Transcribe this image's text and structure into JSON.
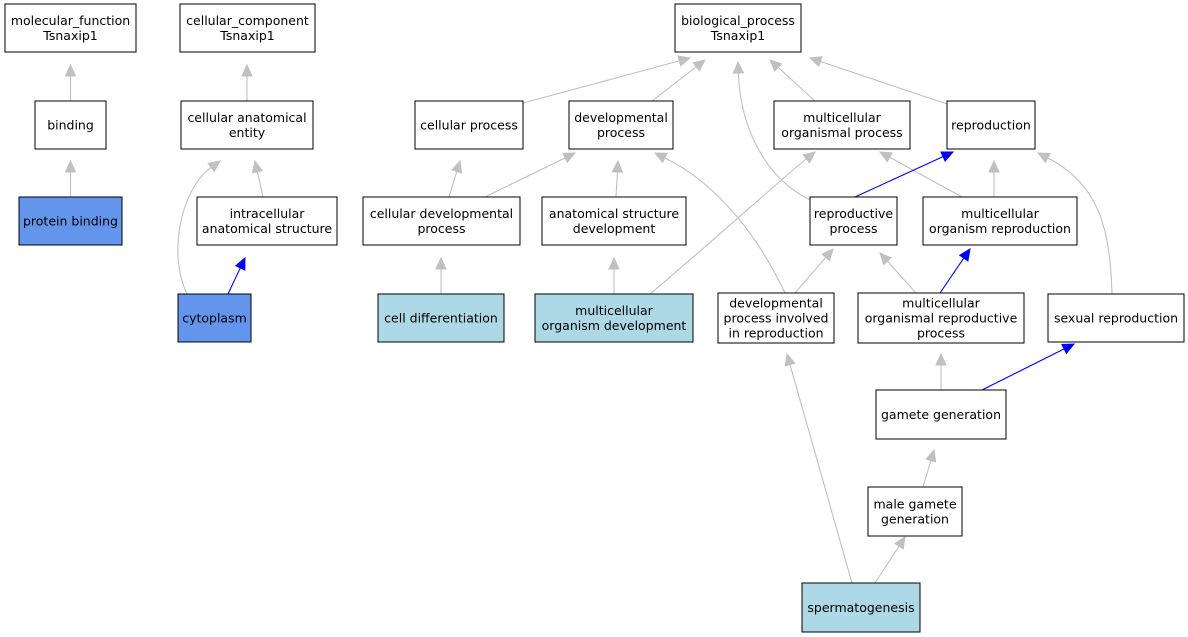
{
  "colors": {
    "default_fill": "#ffffff",
    "highlight_fill": "#6495ed",
    "annotated_fill": "#add8e6",
    "edge_is_a": "#c0c0c0",
    "edge_part_of": "#0000ff"
  },
  "nodes": [
    {
      "id": "mf",
      "lines": [
        "molecular_function",
        "Tsnaxip1"
      ],
      "fill": "default"
    },
    {
      "id": "cc",
      "lines": [
        "cellular_component",
        "Tsnaxip1"
      ],
      "fill": "default"
    },
    {
      "id": "bp",
      "lines": [
        "biological_process",
        "Tsnaxip1"
      ],
      "fill": "default"
    },
    {
      "id": "binding",
      "lines": [
        "binding"
      ],
      "fill": "default"
    },
    {
      "id": "cae",
      "lines": [
        "cellular anatomical",
        "entity"
      ],
      "fill": "default"
    },
    {
      "id": "cp",
      "lines": [
        "cellular process"
      ],
      "fill": "default"
    },
    {
      "id": "dp",
      "lines": [
        "developmental",
        "process"
      ],
      "fill": "default"
    },
    {
      "id": "mop",
      "lines": [
        "multicellular",
        "organismal process"
      ],
      "fill": "default"
    },
    {
      "id": "rep",
      "lines": [
        "reproduction"
      ],
      "fill": "default"
    },
    {
      "id": "pb",
      "lines": [
        "protein binding"
      ],
      "fill": "highlight"
    },
    {
      "id": "ias",
      "lines": [
        "intracellular",
        "anatomical structure"
      ],
      "fill": "default"
    },
    {
      "id": "cdp",
      "lines": [
        "cellular developmental",
        "process"
      ],
      "fill": "default"
    },
    {
      "id": "asd",
      "lines": [
        "anatomical structure",
        "development"
      ],
      "fill": "default"
    },
    {
      "id": "rp",
      "lines": [
        "reproductive",
        "process"
      ],
      "fill": "default"
    },
    {
      "id": "mor",
      "lines": [
        "multicellular",
        "organism reproduction"
      ],
      "fill": "default"
    },
    {
      "id": "cyto",
      "lines": [
        "cytoplasm"
      ],
      "fill": "highlight"
    },
    {
      "id": "cd",
      "lines": [
        "cell differentiation"
      ],
      "fill": "annotated"
    },
    {
      "id": "mod",
      "lines": [
        "multicellular",
        "organism development"
      ],
      "fill": "annotated"
    },
    {
      "id": "dpir",
      "lines": [
        "developmental",
        "process involved",
        "in reproduction"
      ],
      "fill": "default"
    },
    {
      "id": "morp",
      "lines": [
        "multicellular",
        "organismal reproductive",
        "process"
      ],
      "fill": "default"
    },
    {
      "id": "sr",
      "lines": [
        "sexual reproduction"
      ],
      "fill": "default"
    },
    {
      "id": "gg",
      "lines": [
        "gamete generation"
      ],
      "fill": "default"
    },
    {
      "id": "mgg",
      "lines": [
        "male gamete",
        "generation"
      ],
      "fill": "default"
    },
    {
      "id": "sperm",
      "lines": [
        "spermatogenesis"
      ],
      "fill": "annotated"
    }
  ],
  "edges": [
    {
      "from": "binding",
      "to": "mf",
      "type": "is_a"
    },
    {
      "from": "pb",
      "to": "binding",
      "type": "is_a"
    },
    {
      "from": "cae",
      "to": "cc",
      "type": "is_a"
    },
    {
      "from": "ias",
      "to": "cae",
      "type": "is_a"
    },
    {
      "from": "cyto",
      "to": "cae",
      "type": "is_a"
    },
    {
      "from": "cyto",
      "to": "ias",
      "type": "part_of"
    },
    {
      "from": "cp",
      "to": "bp",
      "type": "is_a"
    },
    {
      "from": "dp",
      "to": "bp",
      "type": "is_a"
    },
    {
      "from": "mop",
      "to": "bp",
      "type": "is_a"
    },
    {
      "from": "rep",
      "to": "bp",
      "type": "is_a"
    },
    {
      "from": "rp",
      "to": "bp",
      "type": "is_a"
    },
    {
      "from": "cdp",
      "to": "cp",
      "type": "is_a"
    },
    {
      "from": "cdp",
      "to": "dp",
      "type": "is_a"
    },
    {
      "from": "asd",
      "to": "dp",
      "type": "is_a"
    },
    {
      "from": "dpir",
      "to": "dp",
      "type": "is_a"
    },
    {
      "from": "mor",
      "to": "mop",
      "type": "is_a"
    },
    {
      "from": "mod",
      "to": "mop",
      "type": "is_a"
    },
    {
      "from": "rp",
      "to": "rep",
      "type": "part_of"
    },
    {
      "from": "mor",
      "to": "rep",
      "type": "is_a"
    },
    {
      "from": "sr",
      "to": "rep",
      "type": "is_a"
    },
    {
      "from": "cd",
      "to": "cdp",
      "type": "is_a"
    },
    {
      "from": "mod",
      "to": "asd",
      "type": "is_a"
    },
    {
      "from": "dpir",
      "to": "rp",
      "type": "is_a"
    },
    {
      "from": "morp",
      "to": "rp",
      "type": "is_a"
    },
    {
      "from": "morp",
      "to": "mor",
      "type": "part_of"
    },
    {
      "from": "gg",
      "to": "morp",
      "type": "is_a"
    },
    {
      "from": "gg",
      "to": "sr",
      "type": "part_of"
    },
    {
      "from": "mgg",
      "to": "gg",
      "type": "is_a"
    },
    {
      "from": "sperm",
      "to": "mgg",
      "type": "is_a"
    },
    {
      "from": "sperm",
      "to": "dpir",
      "type": "is_a"
    }
  ]
}
